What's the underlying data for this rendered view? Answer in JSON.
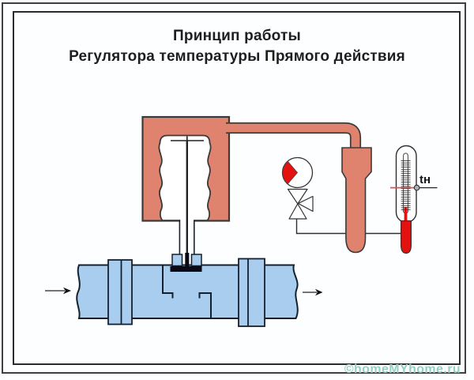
{
  "header": {
    "title_line1": "Принцип работы",
    "title_line2": "Регулятора температуры Прямого действия"
  },
  "annotations": {
    "sensor_temperature_label": "tн"
  },
  "watermark": {
    "text": "©homeMYhome.ru"
  },
  "colors": {
    "background": "#FDFEFF",
    "frame_dark": "#2C2C2C",
    "outline_dark": "#3A3A3A",
    "pipe_outline": "#14202E",
    "actuator_salmon": "#E0836E",
    "pipe_blue": "#A8CDEF",
    "indicator_red": "#E41111",
    "level_line_red": "#E05050",
    "marker_gray": "#AAB0B8",
    "watermark_teal": "#95CFC0",
    "title_text": "#1E1E1E"
  }
}
